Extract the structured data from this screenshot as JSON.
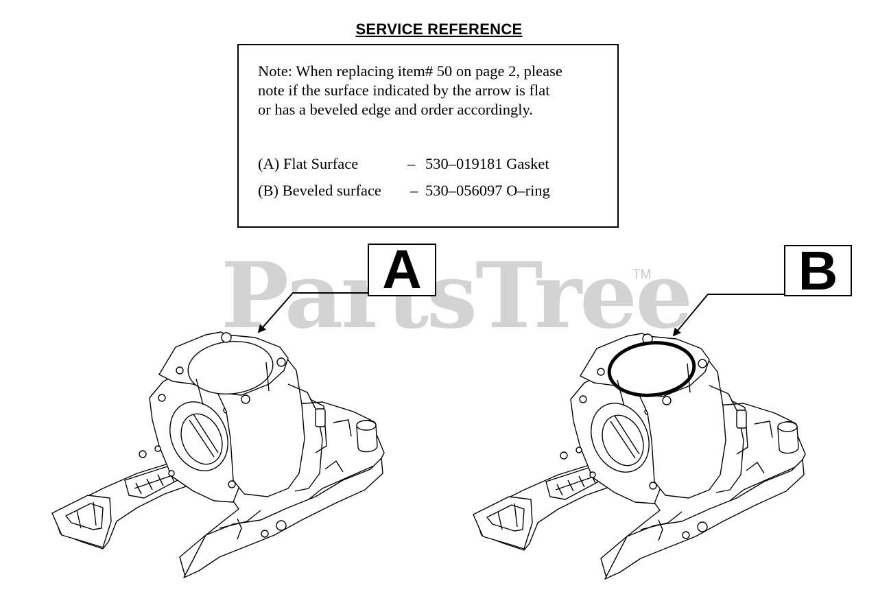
{
  "heading": "SERVICE REFERENCE",
  "note": {
    "text": "Note: When replacing item# 50 on page 2, please\nnote if the surface indicated by the arrow is flat\nor has a beveled edge and order accordingly.",
    "options": [
      {
        "label": "(A) Flat Surface",
        "dash": "–",
        "part": "530–019181 Gasket"
      },
      {
        "label": "(B) Beveled surface",
        "dash": "–",
        "part": "530–056097 O–ring"
      }
    ]
  },
  "callouts": {
    "a": "A",
    "b": "B"
  },
  "watermark": {
    "text": "PartsTree",
    "tm": "TM"
  }
}
